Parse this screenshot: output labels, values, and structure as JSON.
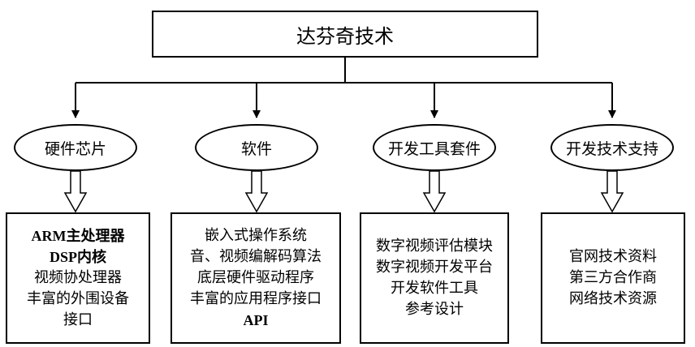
{
  "root": {
    "label": "达芬奇技术"
  },
  "categories": [
    {
      "label": "硬件芯片",
      "items": [
        "ARM主处理器",
        "DSP内核",
        "视频协处理器",
        "丰富的外围设备",
        "接口"
      ]
    },
    {
      "label": "软件",
      "items": [
        "嵌入式操作系统",
        "音、视频编解码算法",
        "底层硬件驱动程序",
        "丰富的应用程序接口",
        "API"
      ]
    },
    {
      "label": "开发工具套件",
      "items": [
        "数字视频评估模块",
        "数字视频开发平台",
        "开发软件工具",
        "参考设计"
      ]
    },
    {
      "label": "开发技术支持",
      "items": [
        "官网技术资料",
        "第三方合作商",
        "网络技术资源"
      ]
    }
  ]
}
